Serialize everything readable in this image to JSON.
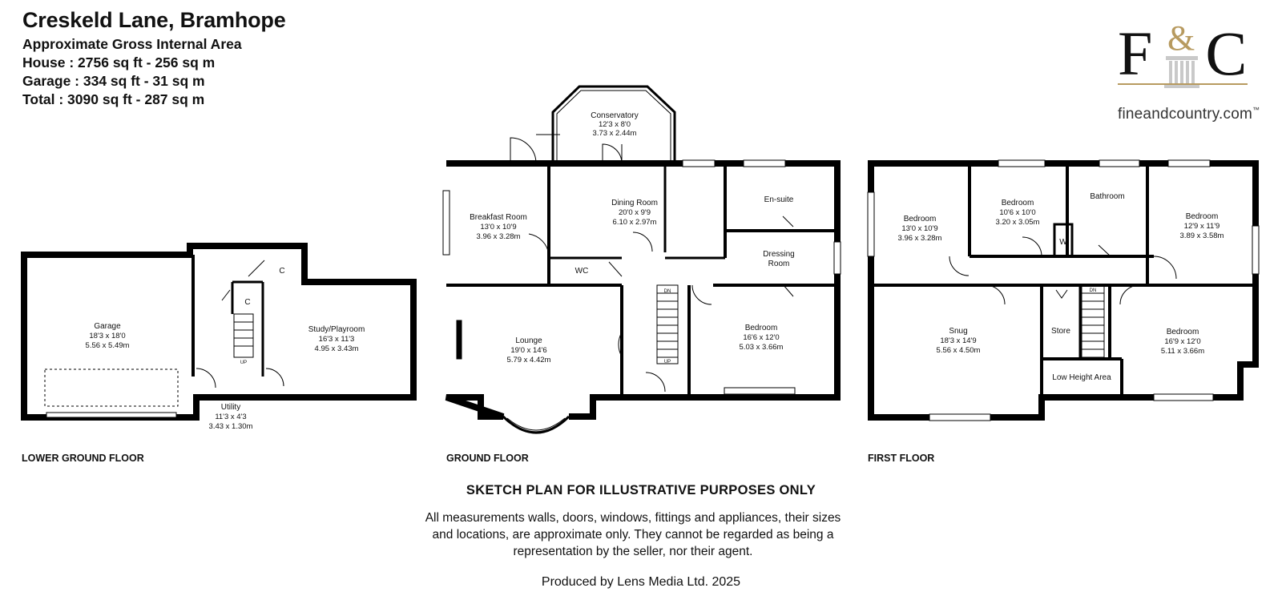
{
  "header": {
    "address": "Creskeld Lane, Bramhope",
    "area_title": "Approximate Gross Internal Area",
    "house": "House : 2756 sq ft - 256 sq m",
    "garage": "Garage : 334 sq ft - 31 sq m",
    "total": "Total : 3090 sq ft - 287 sq m"
  },
  "logo": {
    "monogram_left": "F",
    "monogram_amp": "&",
    "monogram_right": "C",
    "url": "fineandcountry.com",
    "tm": "™",
    "brand_gold": "#b79a5f"
  },
  "floors": {
    "lower": "LOWER GROUND FLOOR",
    "ground": "GROUND FLOOR",
    "first": "FIRST FLOOR"
  },
  "rooms": {
    "garage": {
      "name": "Garage",
      "imperial": "18'3 x 18'0",
      "metric": "5.56 x 5.49m"
    },
    "study": {
      "name": "Study/Playroom",
      "imperial": "16'3 x 11'3",
      "metric": "4.95 x 3.43m"
    },
    "utility": {
      "name": "Utility",
      "imperial": "11'3 x 4'3",
      "metric": "3.43 x 1.30m"
    },
    "cupboard_c": "C",
    "up": "UP",
    "dn": "DN",
    "conservatory": {
      "name": "Conservatory",
      "imperial": "12'3 x 8'0",
      "metric": "3.73 x 2.44m"
    },
    "breakfast": {
      "name": "Breakfast Room",
      "imperial": "13'0 x 10'9",
      "metric": "3.96 x 3.28m"
    },
    "dining": {
      "name": "Dining Room",
      "imperial": "20'0 x 9'9",
      "metric": "6.10 x 2.97m"
    },
    "ensuite": {
      "name": "En-suite"
    },
    "dressing": {
      "name1": "Dressing",
      "name2": "Room"
    },
    "wc": "WC",
    "lounge": {
      "name": "Lounge",
      "imperial": "19'0 x 14'6",
      "metric": "5.79 x 4.42m"
    },
    "bedroom_g": {
      "name": "Bedroom",
      "imperial": "16'6 x 12'0",
      "metric": "5.03 x 3.66m"
    },
    "bed1": {
      "name": "Bedroom",
      "imperial": "13'0 x 10'9",
      "metric": "3.96 x 3.28m"
    },
    "bed2": {
      "name": "Bedroom",
      "imperial": "10'6 x 10'0",
      "metric": "3.20 x 3.05m"
    },
    "bathroom": {
      "name": "Bathroom"
    },
    "bed3": {
      "name": "Bedroom",
      "imperial": "12'9 x 11'9",
      "metric": "3.89 x 3.58m"
    },
    "w": "W",
    "snug": {
      "name": "Snug",
      "imperial": "18'3 x 14'9",
      "metric": "5.56 x 4.50m"
    },
    "store": {
      "name": "Store"
    },
    "low_height": {
      "name": "Low Height Area"
    },
    "bed4": {
      "name": "Bedroom",
      "imperial": "16'9 x 12'0",
      "metric": "5.11 x 3.66m"
    }
  },
  "notes": {
    "title": "SKETCH PLAN FOR ILLUSTRATIVE PURPOSES ONLY",
    "body": "All measurements walls, doors, windows, fittings and appliances, their sizes and locations, are approximate only. They cannot be regarded as being a representation by the seller, nor their agent.",
    "credit": "Produced by Lens Media Ltd. 2025"
  }
}
